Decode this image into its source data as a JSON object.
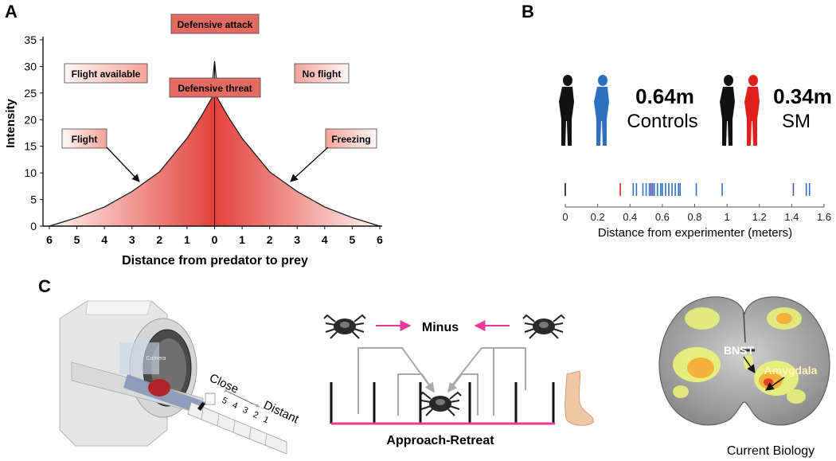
{
  "panels": {
    "a": {
      "letter": "A",
      "ylabel": "Intensity",
      "xlabel": "Distance from predator to prey",
      "yticks": [
        "0",
        "5",
        "10",
        "15",
        "20",
        "25",
        "30",
        "35"
      ],
      "xticks": [
        "6",
        "5",
        "4",
        "3",
        "2",
        "1",
        "0",
        "1",
        "2",
        "3",
        "4",
        "5",
        "6"
      ],
      "boxes": {
        "defensive_attack": "Defensive attack",
        "defensive_threat": "Defensive threat",
        "flight_available": "Flight available",
        "no_flight": "No flight",
        "flight": "Flight",
        "freezing": "Freezing"
      }
    },
    "b": {
      "letter": "B",
      "controls_value": "0.64m",
      "controls_label": "Controls",
      "sm_value": "0.34m",
      "sm_label": "SM",
      "xlabel": "Distance from experimenter (meters)",
      "xticks": [
        "0",
        "0.2",
        "0.4",
        "0.6",
        "0.8",
        "1",
        "1.2",
        "1.4",
        "1.6"
      ],
      "colors": {
        "control": "#2f6fc0",
        "sm": "#e0201c",
        "baseline": "#111111"
      }
    },
    "c": {
      "letter": "C",
      "camera": "Camera",
      "close": "Close",
      "distant": "Distant",
      "slots": [
        "5",
        "4",
        "3",
        "2",
        "1"
      ],
      "minus": "Minus",
      "approach_retreat": "Approach-Retreat",
      "bnst": "BNST",
      "amygdala": "Amygdala",
      "credit": "Current Biology"
    }
  },
  "chart_data": [
    {
      "type": "area",
      "title": "",
      "xlabel": "Distance from predator to prey",
      "ylabel": "Intensity",
      "ylim": [
        0,
        35
      ],
      "x": [
        -6,
        -5,
        -4,
        -3,
        -2,
        -1,
        -0.5,
        0,
        0.5,
        1,
        2,
        3,
        4,
        5,
        6
      ],
      "series": [
        {
          "values": [
            0,
            1.6,
            3.6,
            6.5,
            10.2,
            16.5,
            20.5,
            25,
            20.5,
            16.5,
            10.2,
            6.5,
            3.6,
            1.6,
            0
          ]
        }
      ],
      "peak": 31
    },
    {
      "type": "scatter",
      "xlabel": "Distance from experimenter (meters)",
      "xlim": [
        0,
        1.6
      ],
      "series": [
        {
          "values": [
            0.42,
            0.44,
            0.48,
            0.5,
            0.52,
            0.54,
            0.55,
            0.57,
            0.59,
            0.6,
            0.62,
            0.64,
            0.66,
            0.68,
            0.7,
            0.71,
            0.81,
            0.97,
            1.49,
            1.51
          ]
        },
        {
          "values": [
            0.34
          ]
        },
        {
          "values": [
            0.53,
            1.41
          ]
        },
        {
          "values": [
            0
          ]
        }
      ],
      "annotations": [
        "0.64m",
        "Controls",
        "0.34m",
        "SM"
      ]
    }
  ]
}
